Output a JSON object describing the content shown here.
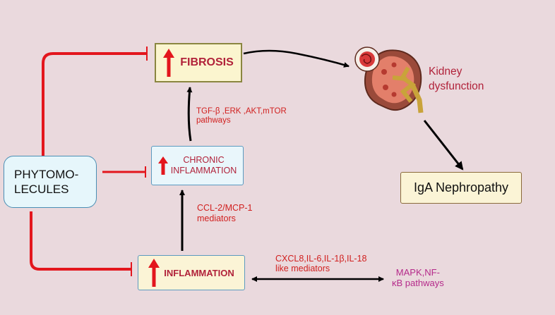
{
  "nodes": {
    "phytomolecules": "PHYTOMO-\nLECULES",
    "fibrosis": "FIBROSIS",
    "chronic_inflammation": "CHRONIC\nINFLAMMATION",
    "inflammation": "INFLAMMATION",
    "iga_nephropathy": "IgA Nephropathy",
    "kidney_dysfunction": "Kidney\ndysfunction"
  },
  "pathway_labels": {
    "tgf": "TGF-β ,ERK ,AKT,mTOR\npathways",
    "ccl": "CCL-2/MCP-1\nmediators",
    "cxcl": "CXCL8,IL-6,IL-1β,IL-18\nlike mediators",
    "mapk": "MAPK,NF-\nκB  pathways"
  },
  "icons": {
    "increase": "red-up-arrow-icon",
    "inhibit": "red-t-bar-inhibition",
    "kidney": "kidney-illustration-icon"
  },
  "colors": {
    "background": "#ead9dd",
    "inhibit_line": "#e3161d",
    "arrow": "#000000",
    "label_red": "#d1201f",
    "label_crimson": "#b1223a",
    "label_magenta": "#b52a8a",
    "box_yellow": "#fbf4d6",
    "box_blue": "#e6f6fb"
  }
}
